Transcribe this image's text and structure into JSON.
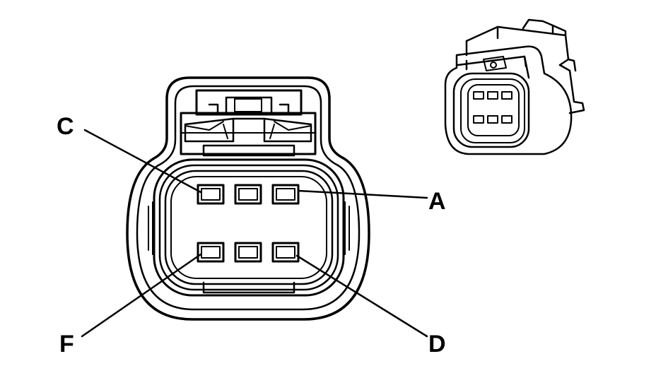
{
  "diagram": {
    "type": "connector-face-view",
    "cavities_per_row": 3,
    "rows": 2,
    "callouts": [
      {
        "id": "C",
        "label": "C"
      },
      {
        "id": "A",
        "label": "A"
      },
      {
        "id": "F",
        "label": "F"
      },
      {
        "id": "D",
        "label": "D"
      }
    ]
  },
  "colors": {
    "line": "#000000",
    "background": "#ffffff"
  }
}
